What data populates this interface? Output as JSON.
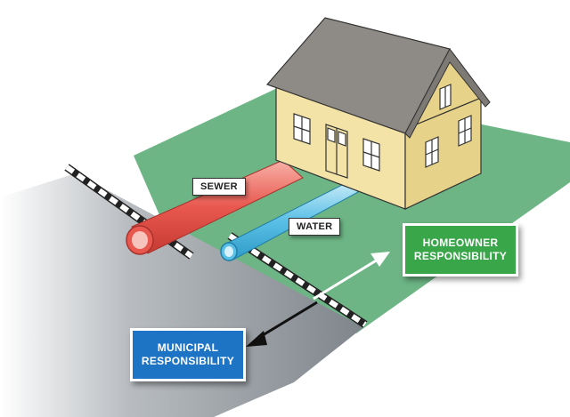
{
  "labels": {
    "sewer": "SEWER",
    "water": "WATER",
    "homeowner_line1": "HOMEOWNER",
    "homeowner_line2": "RESPONSIBILITY",
    "municipal_line1": "MUNICIPAL",
    "municipal_line2": "RESPONSIBILITY"
  },
  "colors": {
    "lawn": "#6db585",
    "street": "#8a9096",
    "house_wall": "#f3e3a6",
    "roof": "#8e8a86",
    "sewer_pipe": "#e8584f",
    "water_pipe": "#5bc0e6",
    "homeowner_box": "#3aa64a",
    "municipal_box": "#1d74c4"
  }
}
